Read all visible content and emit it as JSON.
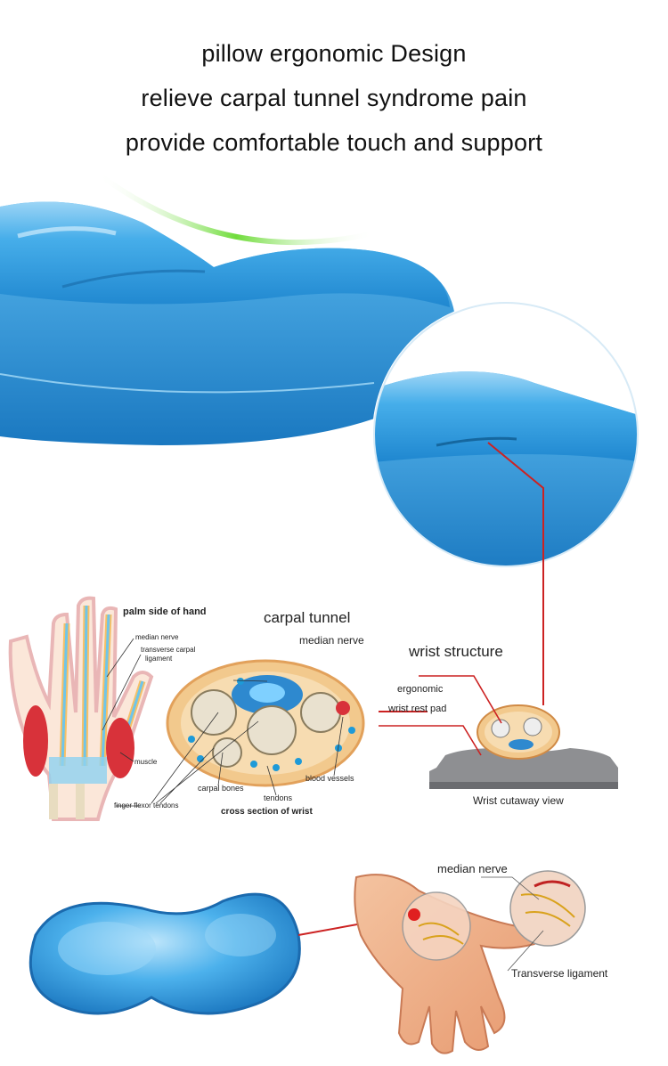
{
  "headlines": {
    "line1": "pillow ergonomic Design",
    "line2": "relieve carpal tunnel syndrome pain",
    "line3": "provide comfortable touch and support"
  },
  "hand_diagram": {
    "title": "palm side of hand",
    "median_nerve": "median nerve",
    "transverse_carpal": "transverse carpal",
    "ligament": "ligament",
    "muscle": "muscle",
    "finger_flexor": "finger flexor tendons"
  },
  "cross_section": {
    "carpal_tunnel": "carpal tunnel",
    "median_nerve": "median nerve",
    "carpal_bones": "carpal bones",
    "tendons": "tendons",
    "blood_vessels": "blood vessels",
    "caption": "cross section of wrist"
  },
  "wrist_panel": {
    "title": "wrist structure",
    "pad_label_1": "ergonomic",
    "pad_label_2": "wrist rest pad",
    "caption": "Wrist cutaway view"
  },
  "bottom_hand": {
    "median_nerve": "median nerve",
    "transverse_ligament": "Transverse ligament"
  },
  "colors": {
    "gel_blue": "#3ea6e8",
    "gel_dark": "#1f7fc4",
    "pointer_red": "#cc2222",
    "accent_green": "#6fdc3a"
  }
}
